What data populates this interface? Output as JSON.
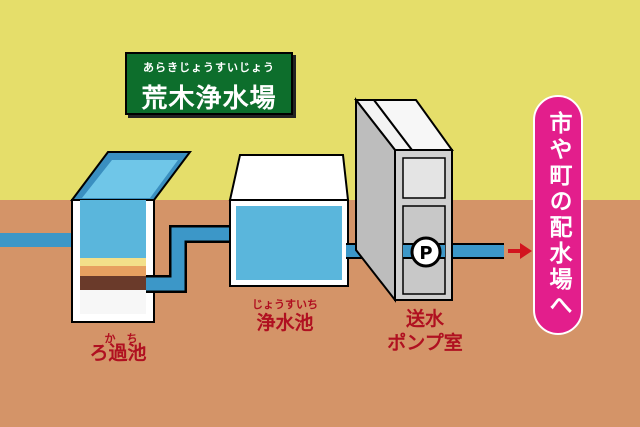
{
  "title": {
    "ruby": "あらきじょうすいじょう",
    "main": "荒木浄水場"
  },
  "filter_pond": {
    "ruby": "か　ち",
    "label": "ろ過池"
  },
  "clean_water_pond": {
    "ruby": "じょうすいち",
    "label": "浄水池"
  },
  "pump_room": {
    "line1": "送水",
    "line2": "ポンプ室",
    "pump_symbol": "P"
  },
  "destination": {
    "label": "市や町の配水場へ"
  },
  "colors": {
    "sky": "#e5de6a",
    "ground": "#d49468",
    "water": "#5ab6dc",
    "pipe": "#3c97c8",
    "label_red": "#b01020",
    "title_green": "#0d6e2c",
    "destination_pink": "#e31e8c",
    "arrow_red": "#d2141e"
  },
  "icons": {
    "arrow": "right-arrow-icon",
    "pump": "pump-icon"
  }
}
